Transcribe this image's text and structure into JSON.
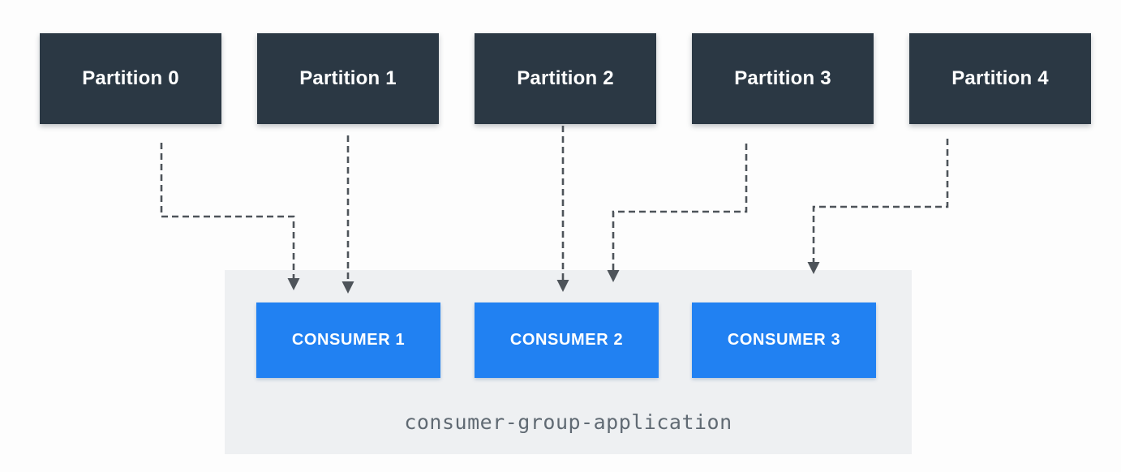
{
  "diagram": {
    "partitions": [
      {
        "label": "Partition 0"
      },
      {
        "label": "Partition 1"
      },
      {
        "label": "Partition 2"
      },
      {
        "label": "Partition 3"
      },
      {
        "label": "Partition 4"
      }
    ],
    "consumers": [
      {
        "label": "CONSUMER 1"
      },
      {
        "label": "CONSUMER 2"
      },
      {
        "label": "CONSUMER 3"
      }
    ],
    "group_label": "consumer-group-application",
    "colors": {
      "partition_bg": "#2b3844",
      "consumer_bg": "#2181f2",
      "group_bg": "#eef0f2",
      "arrow": "#4e545a",
      "box_text": "#ffffff",
      "group_text": "#606a73"
    }
  }
}
